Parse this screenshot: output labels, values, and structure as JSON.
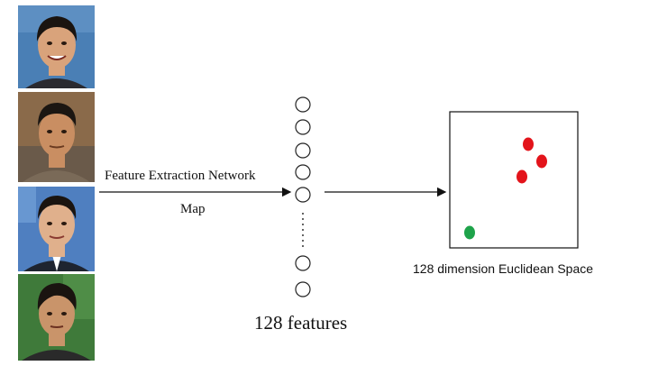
{
  "diagram": {
    "arrow_label_top": "Feature Extraction Network",
    "arrow_label_bottom": "Map",
    "features_label": "128 features",
    "space_label": "128 dimension Euclidean Space"
  },
  "images": [
    {
      "name": "face-photo-1",
      "bg": "#4a7fb5",
      "skin": "#d9a37b",
      "hair": "#1a1410",
      "cloth": "#2a2a30"
    },
    {
      "name": "face-photo-2",
      "bg": "#8a6a4a",
      "skin": "#c98e62",
      "hair": "#1b1612",
      "cloth": "#6a5a4a"
    },
    {
      "name": "face-photo-3",
      "bg": "#4f7fc0",
      "skin": "#e0b08c",
      "hair": "#1a1410",
      "cloth": "#1e2430"
    },
    {
      "name": "face-photo-4",
      "bg": "#3f7a3a",
      "skin": "#c9946a",
      "hair": "#1a1410",
      "cloth": "#2a2a2a"
    }
  ],
  "points": [
    {
      "color": "#e3141b"
    },
    {
      "color": "#e3141b"
    },
    {
      "color": "#e3141b"
    },
    {
      "color": "#1ea34a"
    }
  ]
}
